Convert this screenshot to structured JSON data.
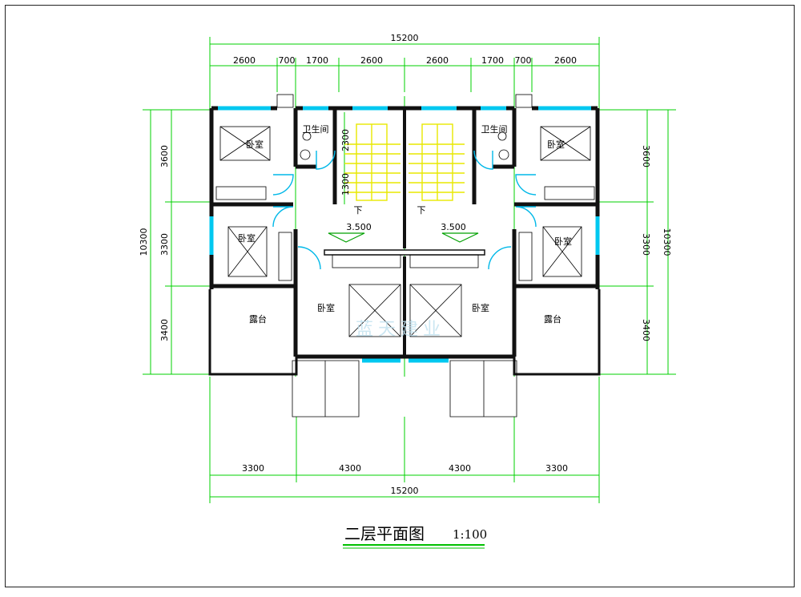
{
  "title": "二层平面图",
  "scale": "1:100",
  "dimensions": {
    "top_total": "15200",
    "top_segments": [
      "2600",
      "700",
      "1700",
      "2600",
      "2600",
      "1700",
      "700",
      "2600"
    ],
    "bottom_segments": [
      "3300",
      "4300",
      "4300",
      "3300"
    ],
    "bottom_total": "15200",
    "left_segments": [
      "3600",
      "3300",
      "3400"
    ],
    "left_total": "10300",
    "right_segments": [
      "3600",
      "3300",
      "3400"
    ],
    "right_total": "10300",
    "stair_upper": "2300",
    "stair_lower": "1300"
  },
  "rooms": {
    "bedroom": "卧室",
    "bathroom": "卫生间",
    "terrace": "露台"
  },
  "levels": [
    "3.500",
    "3.500"
  ],
  "stair_down": "下",
  "watermark": "蓝天建业"
}
